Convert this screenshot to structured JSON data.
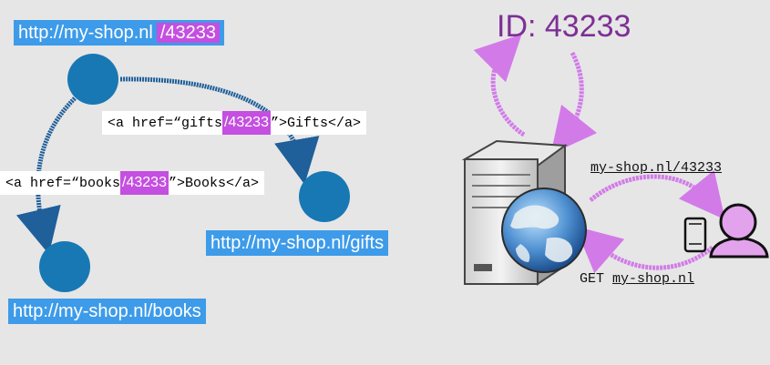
{
  "left_diagram": {
    "root_url": {
      "base": "http://my-shop.nl",
      "id": "/43233"
    },
    "gifts_link": {
      "prefix": "<a href=“gifts",
      "id": "/43233",
      "suffix": "”>Gifts</a>"
    },
    "books_link": {
      "prefix": "<a href=“books",
      "id": "/43233",
      "suffix": "”>Books</a>"
    },
    "gifts_url": "http://my-shop.nl/gifts",
    "books_url": "http://my-shop.nl/books"
  },
  "right_diagram": {
    "id_label": "ID: 43233",
    "response_url": "my-shop.nl/43233",
    "request_method": "GET",
    "request_url": "my-shop.nl"
  },
  "colors": {
    "node_blue": "#1878b4",
    "arrow_blue": "#1f5f9a",
    "url_box_blue": "#3d9be9",
    "id_highlight": "#c44fe0",
    "arrow_pink": "#d27be8",
    "id_text_purple": "#7d2f95"
  },
  "icons": [
    "server-icon",
    "globe-icon",
    "phone-icon",
    "user-icon"
  ]
}
